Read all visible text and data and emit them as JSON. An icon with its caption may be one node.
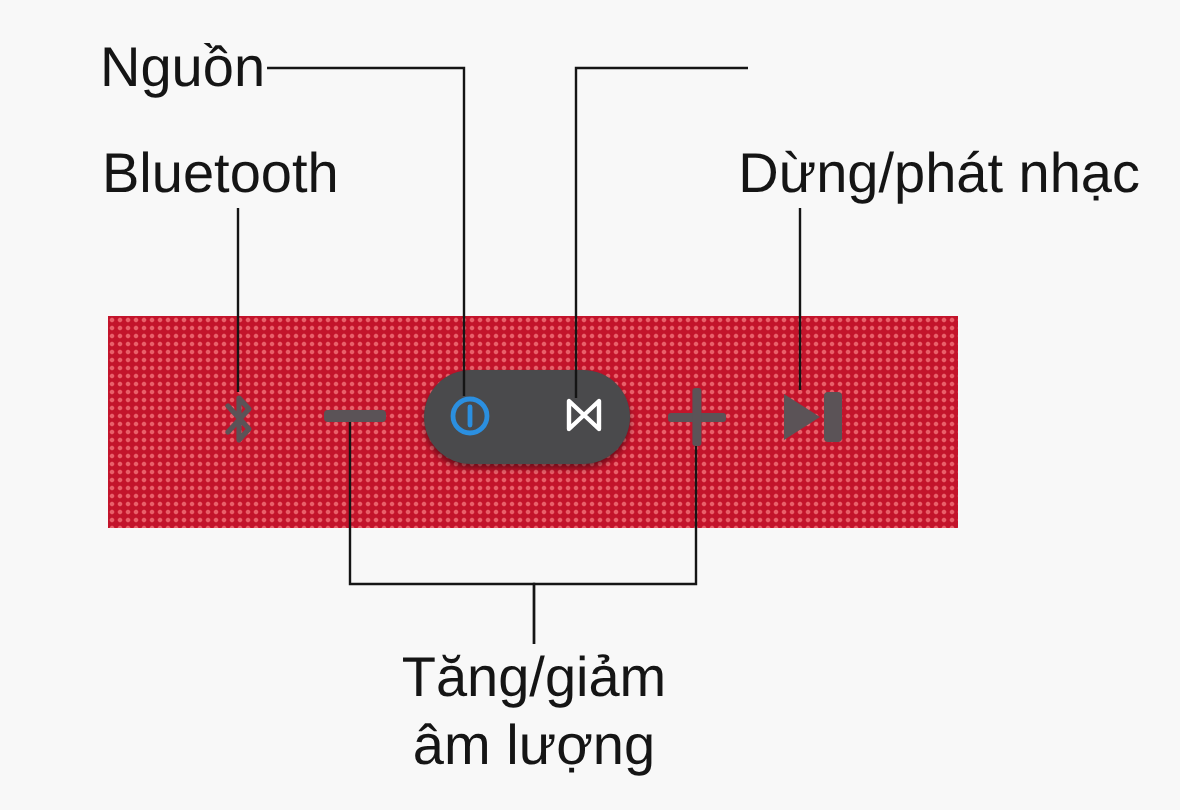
{
  "diagram": {
    "nodes": [
      {
        "text": [
          "Nguồn"
        ]
      },
      {
        "text": [
          "Bluetooth"
        ]
      },
      {
        "text": [
          "Dừng/phát nhạc"
        ]
      },
      {
        "text": [],
        "shape": "bluetooth"
      },
      {
        "text": [],
        "shape": "minus"
      },
      {
        "text": [],
        "shape": "power"
      },
      {
        "text": [],
        "shape": "bowtie"
      },
      {
        "text": [],
        "shape": "plus"
      },
      {
        "text": [],
        "shape": "play"
      },
      {
        "text": [
          "Tăng/giảm âm lượng"
        ]
      }
    ],
    "edges": [
      {
        "from": 0,
        "to": 5,
        "arrow": "none"
      },
      {
        "from": null,
        "to": 6,
        "arrow": "none"
      },
      {
        "from": 1,
        "to": 3,
        "arrow": "none"
      },
      {
        "from": 2,
        "to": 8,
        "arrow": "none"
      },
      {
        "from": 9,
        "to": 4,
        "arrow": "none"
      },
      {
        "from": 9,
        "to": 7,
        "arrow": "none"
      }
    ]
  }
}
